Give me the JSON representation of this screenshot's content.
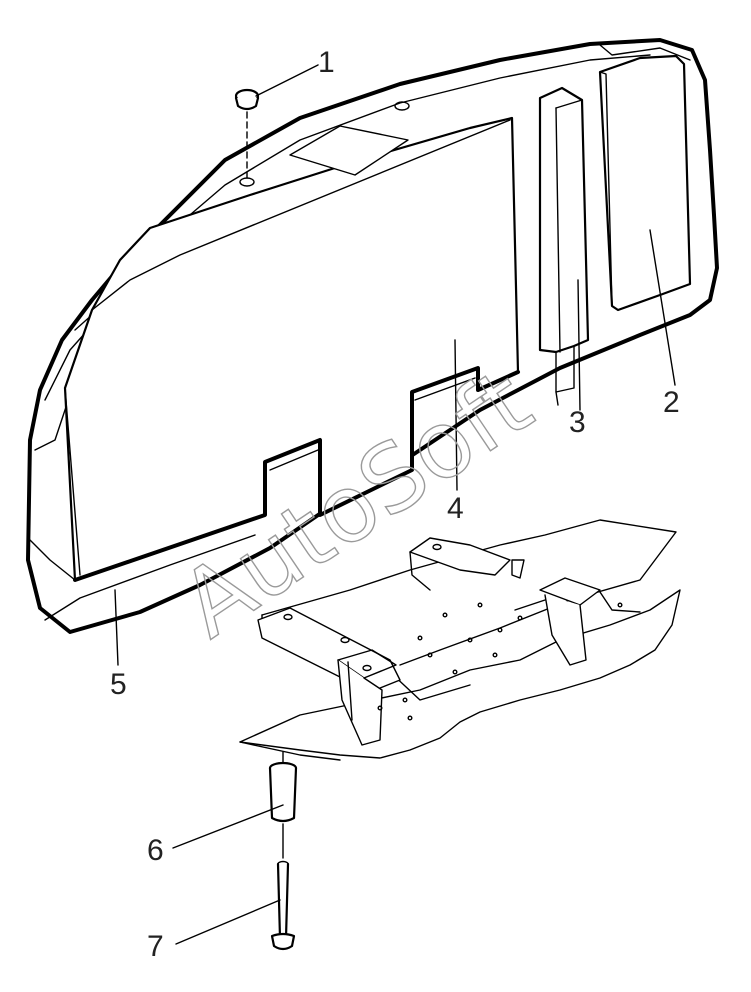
{
  "callouts": [
    {
      "id": "1",
      "label": "1"
    },
    {
      "id": "2",
      "label": "2"
    },
    {
      "id": "3",
      "label": "3"
    },
    {
      "id": "4",
      "label": "4"
    },
    {
      "id": "5",
      "label": "5"
    },
    {
      "id": "6",
      "label": "6"
    },
    {
      "id": "7",
      "label": "7"
    }
  ],
  "watermark": {
    "text": "AutoSoft"
  },
  "colors": {
    "line": "#000000",
    "background": "#ffffff",
    "watermark": "#9a9a9a"
  }
}
